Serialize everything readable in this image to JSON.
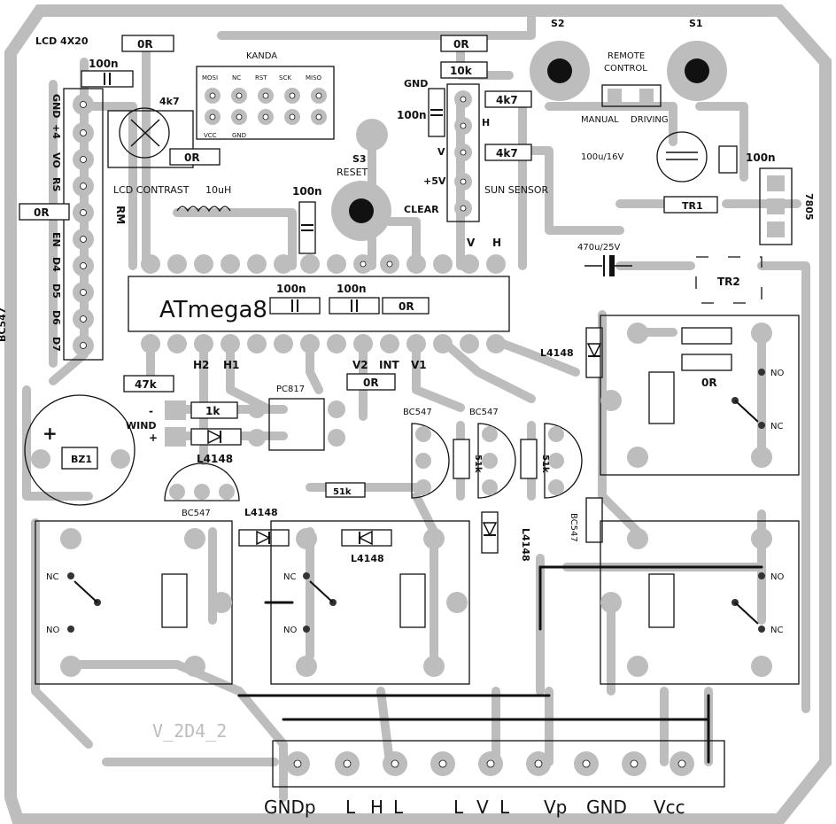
{
  "labels": {
    "lcd": "LCD 4X20",
    "r0": "0R",
    "c100n": "100n",
    "k4k7": "4k7",
    "kanda": "KANDA",
    "miso": "MISO",
    "sck": "SCK",
    "rst": "RST",
    "nc": "NC",
    "mosi": "MOSI",
    "gnd": "GND",
    "vcc": "VCC",
    "r10k": "10k",
    "h": "H",
    "v": "V",
    "p5v": "+5V",
    "clear": "CLEAR",
    "sun": "SUN SENSOR",
    "reset": "RESET",
    "s3": "S3",
    "s2": "S2",
    "s1": "S1",
    "remote": "REMOTE",
    "control": "CONTROL",
    "manual": "MANUAL",
    "driving": "DRIVING",
    "c100u": "100u/16V",
    "tr1": "TR1",
    "tr2": "TR2",
    "r7805": "7805",
    "c470": "470u/25V",
    "contrast": "LCD CONTRAST",
    "l10u": "10uH",
    "rm": "RM",
    "atmega": "ATmega8",
    "l4148": "L4148",
    "r47k": "47k",
    "r1k": "1k",
    "h2": "H2",
    "h1": "H1",
    "v2": "V2",
    "int": "INT",
    "v1": "V1",
    "pc817": "PC817",
    "bc547": "BC547",
    "r51k": "51k",
    "wind": "WIND",
    "minus": "-",
    "plus": "+",
    "bz1": "BZ1",
    "no": "NO",
    "nc2": "NC",
    "version": "V_2D4_2",
    "p_gnd": "GND",
    "p_4": "+4",
    "p_vo": "VO",
    "p_rs": "RS",
    "p_en": "EN",
    "p_d4": "D4",
    "p_d5": "D5",
    "p_d6": "D6",
    "p_d7": "D7",
    "term_gndp": "GNDp",
    "term_l1": "L",
    "term_h": "H",
    "term_l2": "L",
    "term_l3": "L",
    "term_v": "V",
    "term_l4": "L",
    "term_vp": "Vp",
    "term_gnd": "GND",
    "term_vcc": "Vcc"
  }
}
